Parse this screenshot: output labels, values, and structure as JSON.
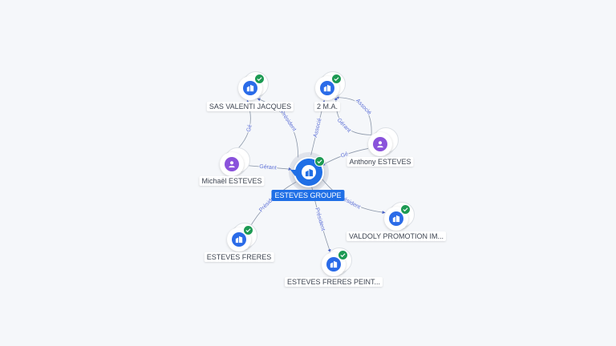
{
  "center": {
    "label": "ESTEVES GROUPE",
    "icon": "building-icon"
  },
  "nodes": [
    {
      "id": "sas",
      "label": "SAS VALENTI JACQUES",
      "kind": "company",
      "verified": true
    },
    {
      "id": "ma",
      "label": "2 M.A.",
      "kind": "company",
      "verified": true
    },
    {
      "id": "anthony",
      "label": "Anthony ESTEVES",
      "kind": "person",
      "verified": false
    },
    {
      "id": "michael",
      "label": "Michaël ESTEVES",
      "kind": "person",
      "verified": false
    },
    {
      "id": "valdoly",
      "label": "VALDOLY PROMOTION IM...",
      "kind": "company",
      "verified": true
    },
    {
      "id": "freres",
      "label": "ESTEVES FRERES",
      "kind": "company",
      "verified": true
    },
    {
      "id": "peint",
      "label": "ESTEVES FRERES PEINT...",
      "kind": "company",
      "verified": true
    }
  ],
  "edges": [
    {
      "from": "center",
      "to": "sas",
      "label": "Président"
    },
    {
      "from": "michael",
      "to": "sas",
      "label": "Gé"
    },
    {
      "from": "center",
      "to": "ma",
      "label": "Associé"
    },
    {
      "from": "anthony",
      "to": "ma",
      "label": "Gérant"
    },
    {
      "from": "anthony",
      "to": "ma",
      "label": "Associé"
    },
    {
      "from": "michael",
      "to": "center",
      "label": "Gérant"
    },
    {
      "from": "anthony",
      "to": "center",
      "label": "Gé"
    },
    {
      "from": "center",
      "to": "valdoly",
      "label": "Président"
    },
    {
      "from": "center",
      "to": "freres",
      "label": "Président"
    },
    {
      "from": "center",
      "to": "peint",
      "label": "Président"
    }
  ]
}
